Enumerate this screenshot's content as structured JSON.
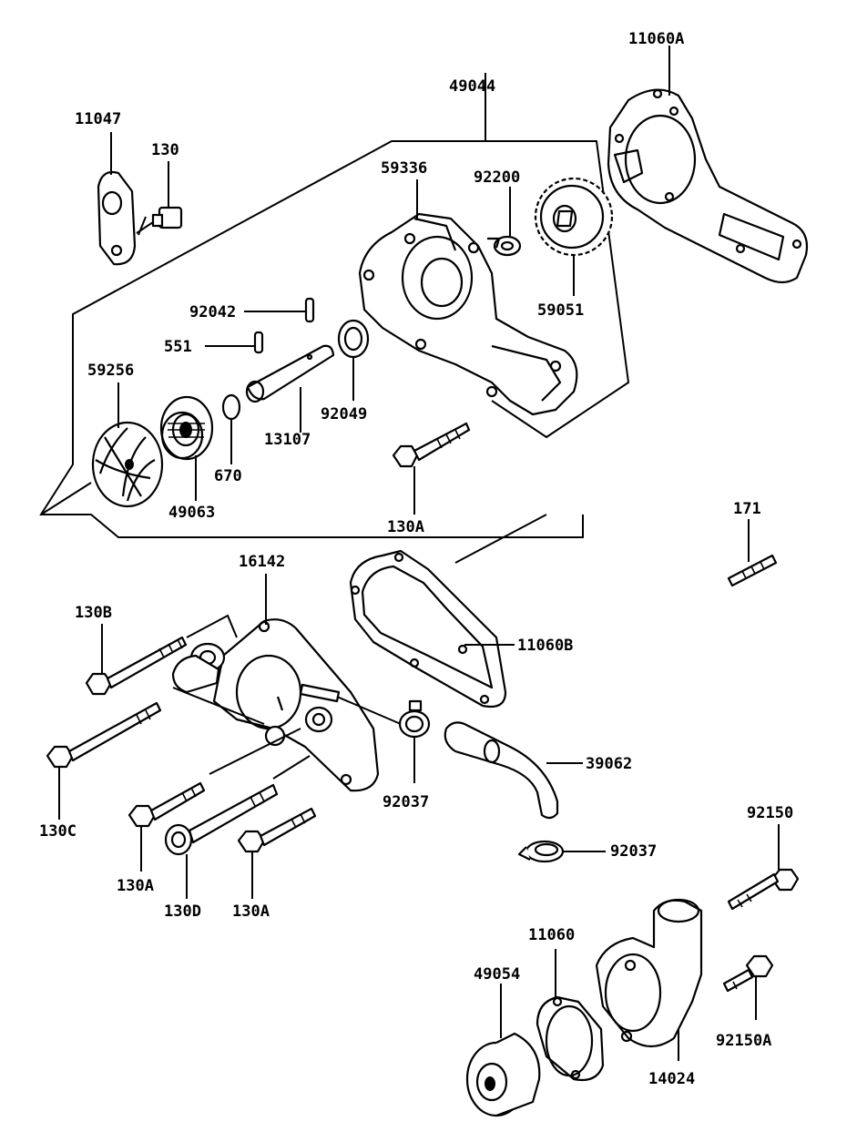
{
  "labels": {
    "p11060A": "11060A",
    "p49044": "49044",
    "p11047": "11047",
    "p130": "130",
    "p59336": "59336",
    "p92200": "92200",
    "p92042": "92042",
    "p59051": "59051",
    "p551": "551",
    "p59256": "59256",
    "p92049": "92049",
    "p13107": "13107",
    "p670": "670",
    "p49063": "49063",
    "p130A_top": "130A",
    "p171": "171",
    "p16142": "16142",
    "p130B": "130B",
    "p11060B": "11060B",
    "p39062": "39062",
    "p130C": "130C",
    "p92037_a": "92037",
    "p92037_b": "92037",
    "p92150": "92150",
    "p130A_l": "130A",
    "p130D": "130D",
    "p130A_r": "130A",
    "p11060": "11060",
    "p49054": "49054",
    "p92150A": "92150A",
    "p14024": "14024"
  }
}
